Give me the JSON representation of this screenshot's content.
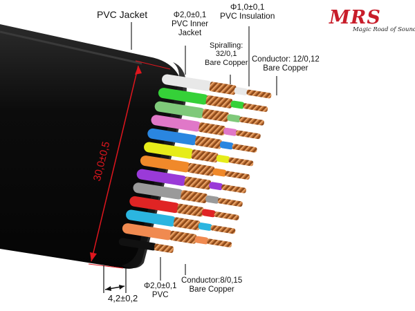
{
  "logo": {
    "brand": "MRS",
    "tagline": "Magic Road of Sound",
    "color": "#c81d2a"
  },
  "labels": {
    "pvc_jacket": "PVC Jacket",
    "inner_jacket": [
      "Φ2,0±0,1",
      "PVC Inner",
      "Jacket"
    ],
    "insulation": [
      "Φ1,0±0,1",
      "PVC Insulation"
    ],
    "spiralling": [
      "Spiralling:",
      "32/0,1",
      "Bare Copper"
    ],
    "conductor_main": [
      "Conductor: 12/0,12",
      "Bare Copper"
    ],
    "pvc_small": [
      "Φ2,0±0,1",
      "PVC"
    ],
    "conductor_small": [
      "Conductor:8/0,15",
      "Bare Copper"
    ]
  },
  "dimensions": {
    "width": "30,0±0,5",
    "thickness": "4,2±0,2",
    "dimension_color": "#e0161e"
  },
  "colors": {
    "jacket": "#0a0a0a",
    "copper": "#c87a3c",
    "core_colors": [
      "#e8e8e8",
      "#35d138",
      "#7fc97a",
      "#e078c8",
      "#2a86e0",
      "#e6ec1a",
      "#f0892a",
      "#9a3ad8",
      "#9a9a9a",
      "#e02424",
      "#2bb5e0",
      "#f08a50",
      "#111111"
    ]
  }
}
